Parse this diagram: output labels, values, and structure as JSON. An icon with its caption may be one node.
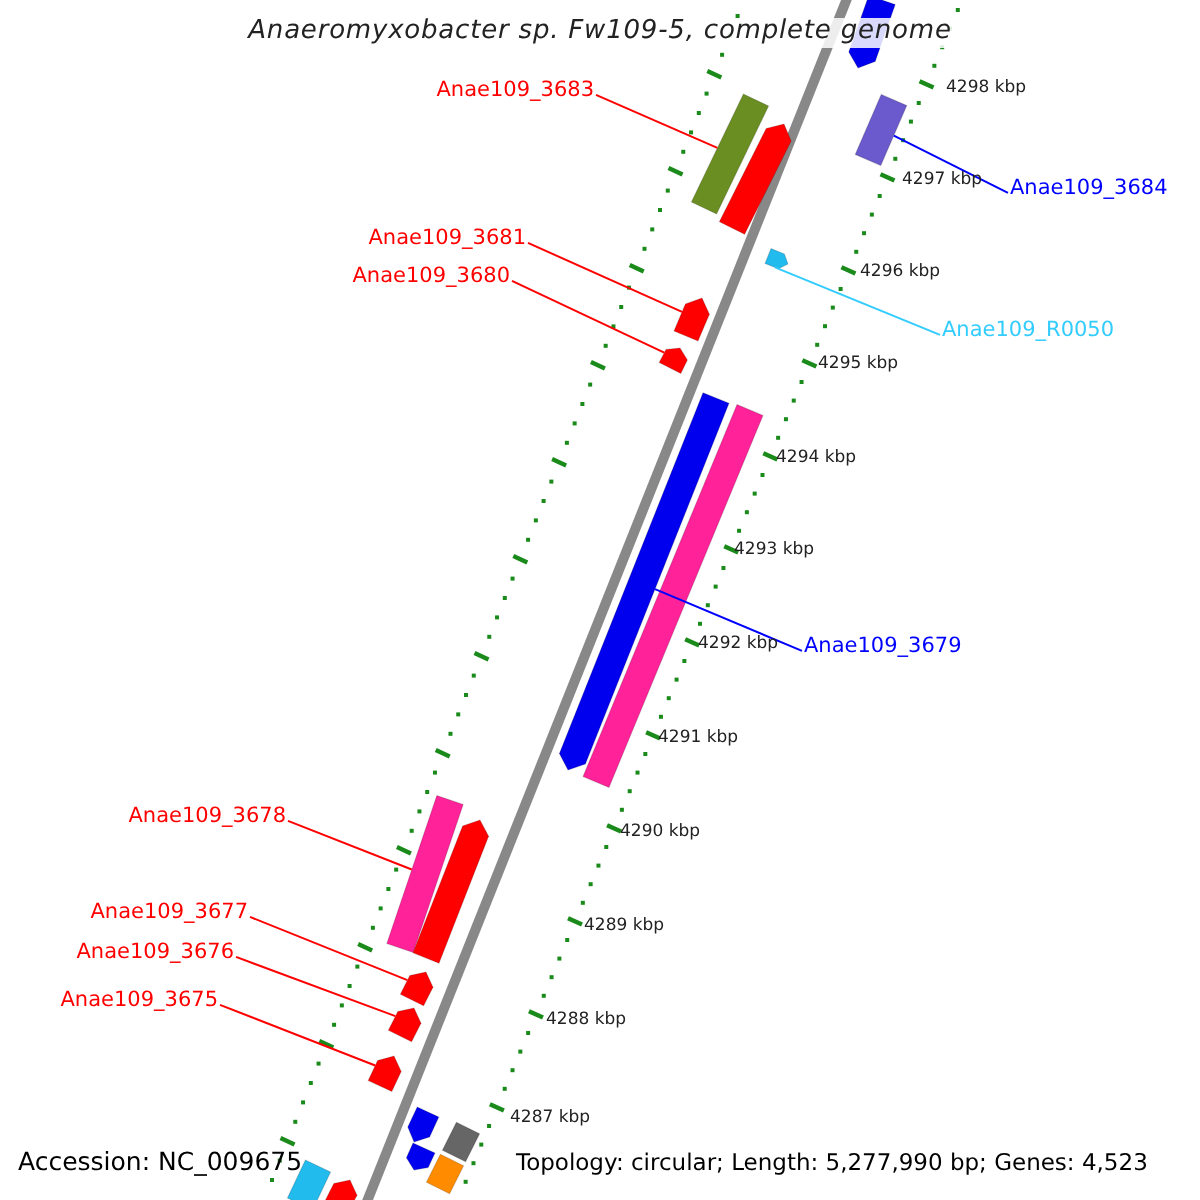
{
  "diagram": {
    "title": "Anaeromyxobacter sp. Fw109-5, complete genome",
    "nodes": [
      {
        "text": [
          "Anae109_3683"
        ]
      },
      {
        "text": [
          "Anae109_3684"
        ]
      },
      {
        "text": [
          "Anae109_3681"
        ]
      },
      {
        "text": [
          "Anae109_3680"
        ]
      },
      {
        "text": [
          "Anae109_R0050"
        ]
      },
      {
        "text": [
          "Anae109_3679"
        ]
      },
      {
        "text": [
          "Anae109_3678"
        ]
      },
      {
        "text": [
          "Anae109_3677"
        ]
      },
      {
        "text": [
          "Anae109_3676"
        ]
      },
      {
        "text": [
          "Anae109_3675"
        ]
      },
      {
        "text": [],
        "shape": "bar"
      },
      {
        "text": [],
        "shape": "bar"
      },
      {
        "text": [],
        "shape": "triangle"
      },
      {
        "text": [],
        "shape": "arrow"
      },
      {
        "text": [],
        "shape": "arrow"
      },
      {
        "text": [],
        "shape": "arrow"
      },
      {
        "text": [],
        "shape": "bar"
      },
      {
        "text": [],
        "shape": "arrow"
      },
      {
        "text": [],
        "shape": "arrow"
      },
      {
        "text": [],
        "shape": "arrow"
      },
      {
        "text": [],
        "shape": "arrow"
      },
      {
        "text": [],
        "shape": "arrow"
      },
      {
        "text": [],
        "shape": "bar"
      },
      {
        "text": [],
        "shape": "arrow"
      },
      {
        "text": [],
        "shape": "arrow"
      },
      {
        "text": [],
        "shape": "bar"
      },
      {
        "text": [],
        "shape": "arrow"
      },
      {
        "text": [],
        "shape": "bar"
      },
      {
        "text": [],
        "shape": "bar"
      },
      {
        "text": [],
        "shape": "arrow"
      }
    ],
    "edges": [
      {
        "from": 0,
        "to": 11,
        "arrow": "none"
      },
      {
        "from": 1,
        "to": 10,
        "arrow": "none",
        "color": "#0000ff"
      },
      {
        "from": 2,
        "to": 13,
        "arrow": "none"
      },
      {
        "from": 3,
        "to": 14,
        "arrow": "none"
      },
      {
        "from": 4,
        "to": 12,
        "arrow": "none",
        "color": "#33ccff"
      },
      {
        "from": 5,
        "to": 15,
        "arrow": "none",
        "color": "#0000ff"
      },
      {
        "from": 6,
        "to": 16,
        "arrow": "none"
      },
      {
        "from": 7,
        "to": 17,
        "arrow": "none"
      },
      {
        "from": 8,
        "to": 18,
        "arrow": "none"
      },
      {
        "from": 9,
        "to": 19,
        "arrow": "none"
      }
    ],
    "labels": [
      "4298 kbp",
      "4297 kbp",
      "4296 kbp",
      "4295 kbp",
      "4294 kbp",
      "4293 kbp",
      "4292 kbp",
      "4291 kbp",
      "4290 kbp",
      "4289 kbp",
      "4288 kbp",
      "4287 kbp",
      "Accession: NC_009675",
      "Topology: circular; Length: 5,277,990 bp; Genes: 4,523"
    ]
  }
}
